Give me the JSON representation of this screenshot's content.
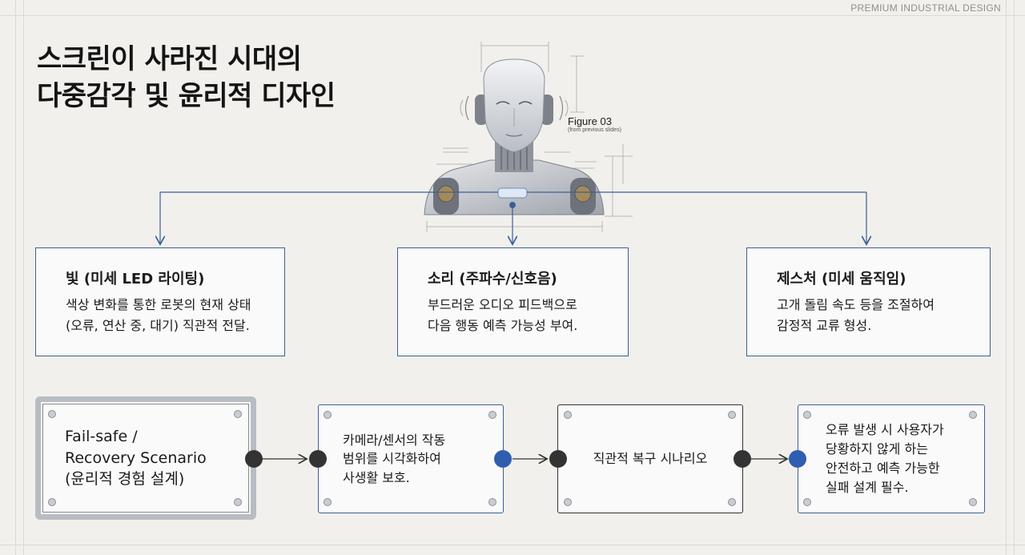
{
  "header": {
    "tag": "PREMIUM INDUSTRIAL DESIGN"
  },
  "title": {
    "line1": "스크린이 사라진 시대의",
    "line2": "다중감각 및 윤리적 디자인"
  },
  "figure": {
    "label": "Figure 03",
    "caption": "(from previous slides)"
  },
  "cards": [
    {
      "title": "빛 (미세 LED 라이팅)",
      "line1": "색상 변화를 통한 로봇의 현재 상태",
      "line2": "(오류, 연산 중, 대기) 직관적 전달."
    },
    {
      "title": "소리 (주파수/신호음)",
      "line1": "부드러운 오디오 피드백으로",
      "line2": "다음 행동 예측 가능성 부여."
    },
    {
      "title": "제스처 (미세 움직임)",
      "line1": "고개 돌림 속도 등을 조절하여",
      "line2": "감정적 교류 형성."
    }
  ],
  "flow": [
    {
      "line1": "Fail-safe /",
      "line2": "Recovery Scenario",
      "line3": "(윤리적 경험 설계)"
    },
    {
      "line1": "카메라/센서의 작동",
      "line2": "범위를 시각화하여",
      "line3": "사생활 보호."
    },
    {
      "line1": "직관적 복구 시나리오"
    },
    {
      "line1": "오류 발생 시 사용자가",
      "line2": "당황하지 않게 하는",
      "line3": "안전하고 예측 가능한",
      "line4": "실패 설계 필수."
    }
  ],
  "colors": {
    "accent": "#3d5f96",
    "dot_dark": "#333333",
    "dot_blue": "#2f5eb0",
    "background": "#f1f0ec"
  }
}
